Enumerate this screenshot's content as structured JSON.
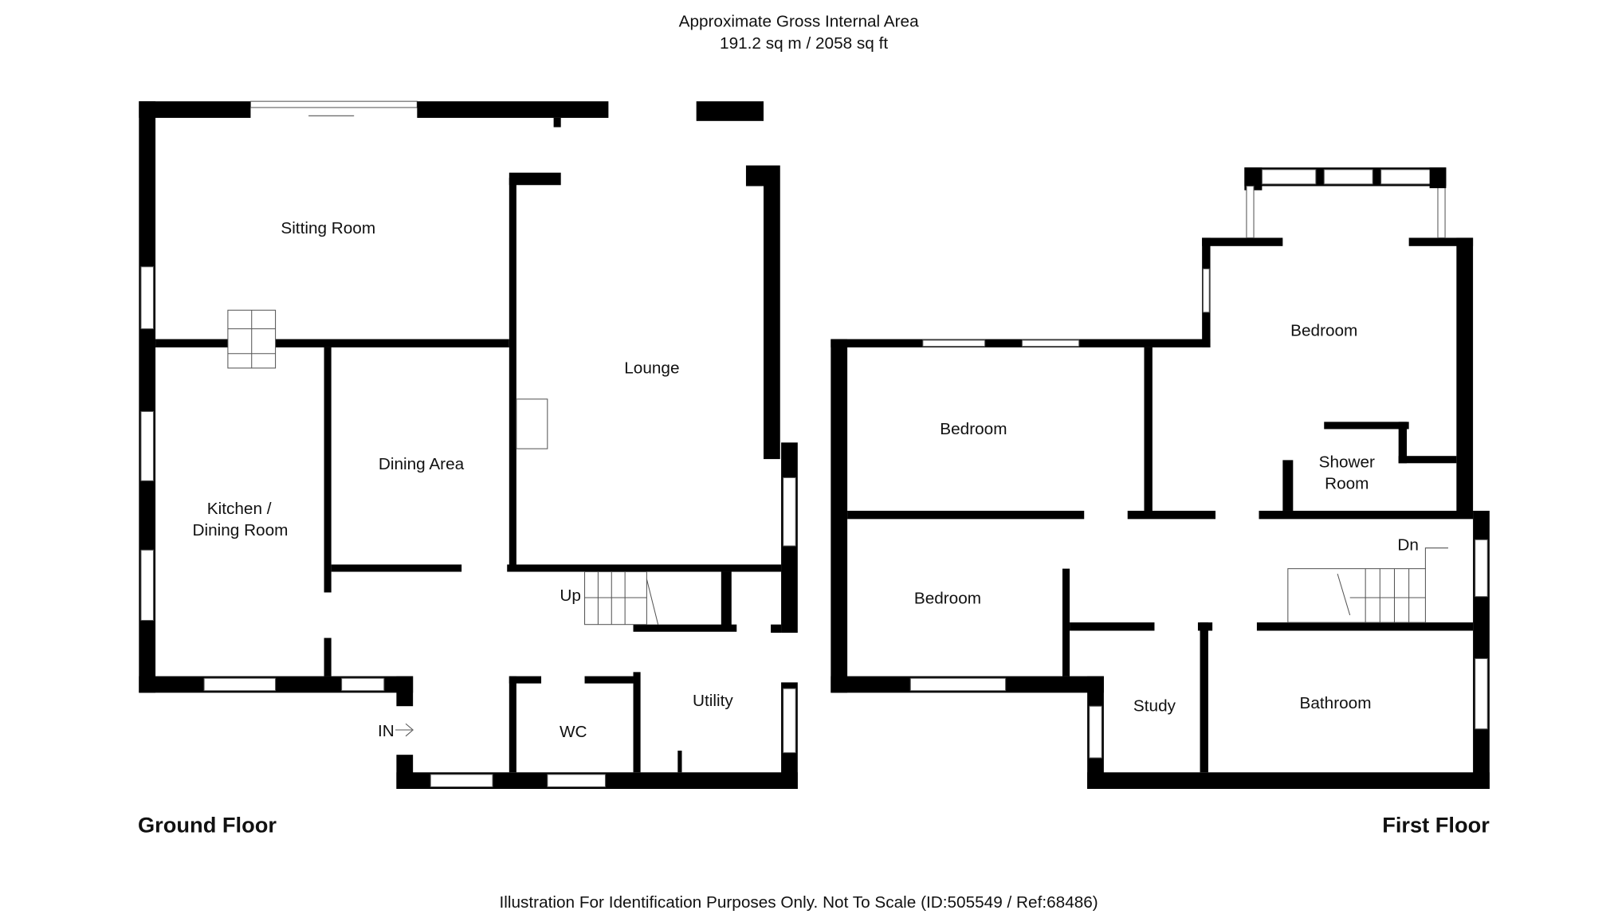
{
  "header": {
    "title": "Approximate Gross Internal Area",
    "area": "191.2 sq m /  2058 sq ft"
  },
  "ground_floor": {
    "label": "Ground Floor",
    "rooms": [
      "Sitting Room",
      "Lounge",
      "Dining Area",
      "Kitchen /",
      "Dining Room",
      "WC",
      "Utility"
    ],
    "markers": {
      "up": "Up",
      "entrance": "IN"
    }
  },
  "first_floor": {
    "label": "First Floor",
    "rooms": [
      "Bedroom",
      "Bedroom",
      "Bedroom",
      "Shower",
      "Room",
      "Study",
      "Bathroom"
    ],
    "markers": {
      "down": "Dn"
    }
  },
  "footer": {
    "disclaimer": "Illustration For Identification Purposes Only. Not To Scale (ID:505549 / Ref:68486)"
  }
}
